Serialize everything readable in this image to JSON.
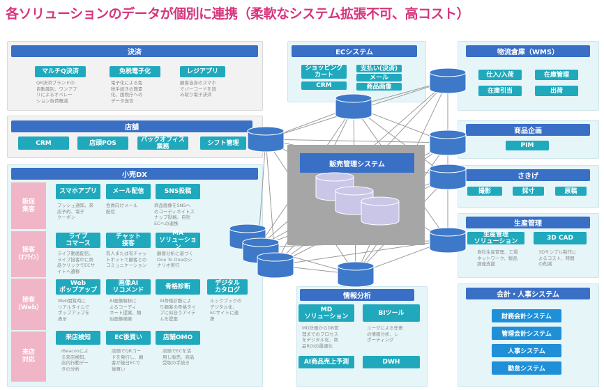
{
  "title": "各ソリューションのデータが個別に連携（柔軟なシステム拡張不可、高コスト）",
  "colors": {
    "accent_pink": "#d6357c",
    "header_blue": "#3a6fc6",
    "teal_button": "#20a9bd",
    "blue_button": "#1f8fd8",
    "db_blue": "#3d78c9",
    "db_purple": "#c9c6e8"
  },
  "kessai": {
    "header": "決済",
    "items": [
      {
        "label": "マルチQ決済",
        "desc": "QR決済ブランドの\n自動識別、ワンアプ\nリによるオペレー\nション負荷軽減"
      },
      {
        "label": "免税電子化",
        "desc": "電子化による免\n税手続きの簡素\n化、国税庁への\nデータ送信"
      },
      {
        "label": "レジアプリ",
        "desc": "顧客自身のスマホ\nでバーコードを読\nみ取り電子決済"
      }
    ]
  },
  "tenpo": {
    "header": "店舗",
    "items": [
      "CRM",
      "店頭POS",
      "バックオフィス\n業務",
      "シフト管理"
    ]
  },
  "kouri": {
    "header": "小売DX",
    "rows": [
      {
        "label": "販促\n集客",
        "items": [
          {
            "label": "スマホアプリ",
            "desc": "プッシュ通知、来\n店予約、電子\nクーポン"
          },
          {
            "label": "メール配信",
            "desc": "会員向けメール\n配信"
          },
          {
            "label": "SNS投稿",
            "desc": "商品画像をSNSへ\nのコーディネイトス\nナップ投稿、自社\nECへの連携"
          }
        ]
      },
      {
        "label": "接客\n（ｵﾌﾗｲﾝ）",
        "items": [
          {
            "label": "ライブ\nコマース",
            "desc": "ライブ動画配信、\nライブ接客中に商\n品クリックでECサ\nイトへ遷移"
          },
          {
            "label": "チャット\n接客",
            "desc": "有人または有チャッ\nトボットで顧客との\nコミュニケーション"
          },
          {
            "label": "MA\nソリューション",
            "desc": "顧客分析に基づく\nOne To Oneのシ\nナリオ実行"
          }
        ]
      },
      {
        "label": "接客\n（Web）",
        "items": [
          {
            "label": "Web\nポップアップ",
            "desc": "Web閲覧時に\nリアルタイムで\nポップアップを\n表示"
          },
          {
            "label": "画像AI\nリコメンド",
            "desc": "AI画像解析に\nよるコーディ\nネート提案、類\n似画像検索"
          },
          {
            "label": "骨格診断",
            "desc": "AI骨格診断によ\nり顧客の骨格タイ\nプに似合うアイテ\nムを提案"
          },
          {
            "label": "デジタル\nカタログ",
            "desc": "ルックブックの\nデジタル化、\nECサイトに連\n携"
          }
        ]
      },
      {
        "label": "来店\n対応",
        "items": [
          {
            "label": "来店検知",
            "desc": "iBeaconによ\nる来店検知、\n店内行動デー\nタの分析"
          },
          {
            "label": "EC後買い",
            "desc": "店頭でQRコー\nドを発行し、顧\n客が後日ECで\n後買い"
          },
          {
            "label": "店舗OMO",
            "desc": "店頭でECを活\n用し販売、商品\n受取の手続き"
          }
        ]
      }
    ]
  },
  "ec": {
    "header": "ECシステム",
    "items": [
      "ショッピング\nカート",
      "支払い(決済)",
      "メール",
      "CRM",
      "商品画像"
    ]
  },
  "core": {
    "header": "販売管理システム"
  },
  "joho": {
    "header": "情報分析",
    "items": [
      {
        "label": "MD\nソリューション",
        "desc": "MD計画からDB管\n理までのプロセス\nをデジタル化、商\n品ROIの最適化"
      },
      {
        "label": "BIツール",
        "desc": "ユーザによる任意\nの情報分析、レ\nポーティング"
      },
      {
        "label": "AI商品売上予測",
        "desc": ""
      },
      {
        "label": "DWH",
        "desc": ""
      }
    ]
  },
  "wms": {
    "header": "物流倉庫（WMS）",
    "items": [
      "仕入/入荷",
      "在庫管理",
      "在庫引当",
      "出荷"
    ]
  },
  "shohin": {
    "header": "商品企画",
    "items": [
      "PIM"
    ]
  },
  "sasage": {
    "header": "さきげ",
    "items": [
      "撮影",
      "採寸",
      "原稿"
    ]
  },
  "seisan": {
    "header": "生産管理",
    "items": [
      {
        "label": "生産管理\nソリューション",
        "desc": "自社生産管理、工場\nネットワーク、製品\n調達支援"
      },
      {
        "label": "3D CAD",
        "desc": "3Dサンプル制作に\nよるコスト、時間\nの削減"
      }
    ]
  },
  "kaikei": {
    "header": "会計・人事システム",
    "items": [
      "財務会計システム",
      "管理会計システム",
      "人事システム",
      "勤怠システム"
    ]
  }
}
